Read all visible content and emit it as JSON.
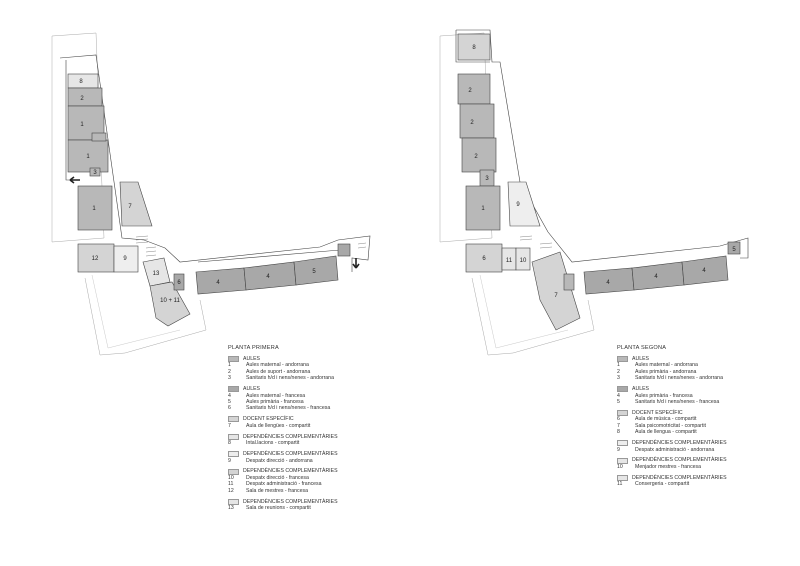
{
  "colors": {
    "dark": "#b8b8b8",
    "medium": "#a8a8a8",
    "light": "#d4d4d4",
    "lighter": "#e6e6e6",
    "lightest": "#eeeeee",
    "line": "#444444"
  },
  "left_plan": {
    "title": "PLANTA PRIMERA",
    "room_labels": [
      "8",
      "2",
      "1",
      "1",
      "3",
      "1",
      "7",
      "12",
      "9",
      "13",
      "10 + 11",
      "6",
      "4",
      "4",
      "5"
    ],
    "legend": [
      {
        "swatch": "dark",
        "header": "AULES",
        "items": [
          [
            "1",
            "Aules maternal - andorrana"
          ],
          [
            "2",
            "Aules de suport - andorrana"
          ],
          [
            "3",
            "Sanitaris h/d i nens/nenes - andorrana"
          ]
        ]
      },
      {
        "swatch": "medium",
        "header": "AULES",
        "items": [
          [
            "4",
            "Aules maternal - francesa"
          ],
          [
            "5",
            "Aules primària - francesa"
          ],
          [
            "6",
            "Sanitaris h/d i nens/nenes - francesa"
          ]
        ]
      },
      {
        "swatch": "light",
        "header": "DOCENT ESPECÍFIC",
        "items": [
          [
            "7",
            "Aula de llengües - compartit"
          ]
        ]
      },
      {
        "swatch": "lighter",
        "header": "DEPENDÈNCIES COMPLEMENTÀRIES",
        "items": [
          [
            "8",
            "Intal.lacions - compartit"
          ]
        ]
      },
      {
        "swatch": "lightest",
        "header": "DEPENDÈNCIES COMPLEMENTÀRIES",
        "items": [
          [
            "9",
            "Despatx direcció - andorrana"
          ]
        ]
      },
      {
        "swatch": "light",
        "header": "DEPENDÈNCIES COMPLEMENTÀRIES",
        "items": [
          [
            "10",
            "Despatx direcció - francesa"
          ],
          [
            "11",
            "Despatx administració - francesa"
          ],
          [
            "12",
            "Sala de mestres - francesa"
          ]
        ]
      },
      {
        "swatch": "lighter",
        "header": "DEPENDÈNCIES COMPLEMENTÀRIES",
        "items": [
          [
            "13",
            "Sala de reunions - compartit"
          ]
        ]
      }
    ]
  },
  "right_plan": {
    "title": "PLANTA SEGONA",
    "room_labels": [
      "8",
      "2",
      "2",
      "2",
      "3",
      "1",
      "9",
      "6",
      "11",
      "10",
      "7",
      "4",
      "4",
      "4",
      "5"
    ],
    "legend": [
      {
        "swatch": "dark",
        "header": "AULES",
        "items": [
          [
            "1",
            "Aules maternal - andorrana"
          ],
          [
            "2",
            "Aules primària - andorrana"
          ],
          [
            "3",
            "Sanitaris h/d i nens/nenes - andorrana"
          ]
        ]
      },
      {
        "swatch": "medium",
        "header": "AULES",
        "items": [
          [
            "4",
            "Aules primària - francesa"
          ],
          [
            "5",
            "Sanitaris h/d i nens/nenes - francesa"
          ]
        ]
      },
      {
        "swatch": "light",
        "header": "DOCENT ESPECÍFIC",
        "items": [
          [
            "6",
            "Aula de música - compartit"
          ],
          [
            "7",
            "Sala psicomotricitat - compartit"
          ],
          [
            "8",
            "Aula de llengua - compartit"
          ]
        ]
      },
      {
        "swatch": "lightest",
        "header": "DEPENDÈNCIES COMPLEMENTÀRIES",
        "items": [
          [
            "9",
            "Despatx administració - andorrana"
          ]
        ]
      },
      {
        "swatch": "lighter",
        "header": "DEPENDÈNCIES COMPLEMENTÀRIES",
        "items": [
          [
            "10",
            "Menjador mestres - francesa"
          ]
        ]
      },
      {
        "swatch": "lighter",
        "header": "DEPENDÈNCIES COMPLEMENTÀRIES",
        "items": [
          [
            "11",
            "Consergeria - compartit"
          ]
        ]
      }
    ]
  }
}
